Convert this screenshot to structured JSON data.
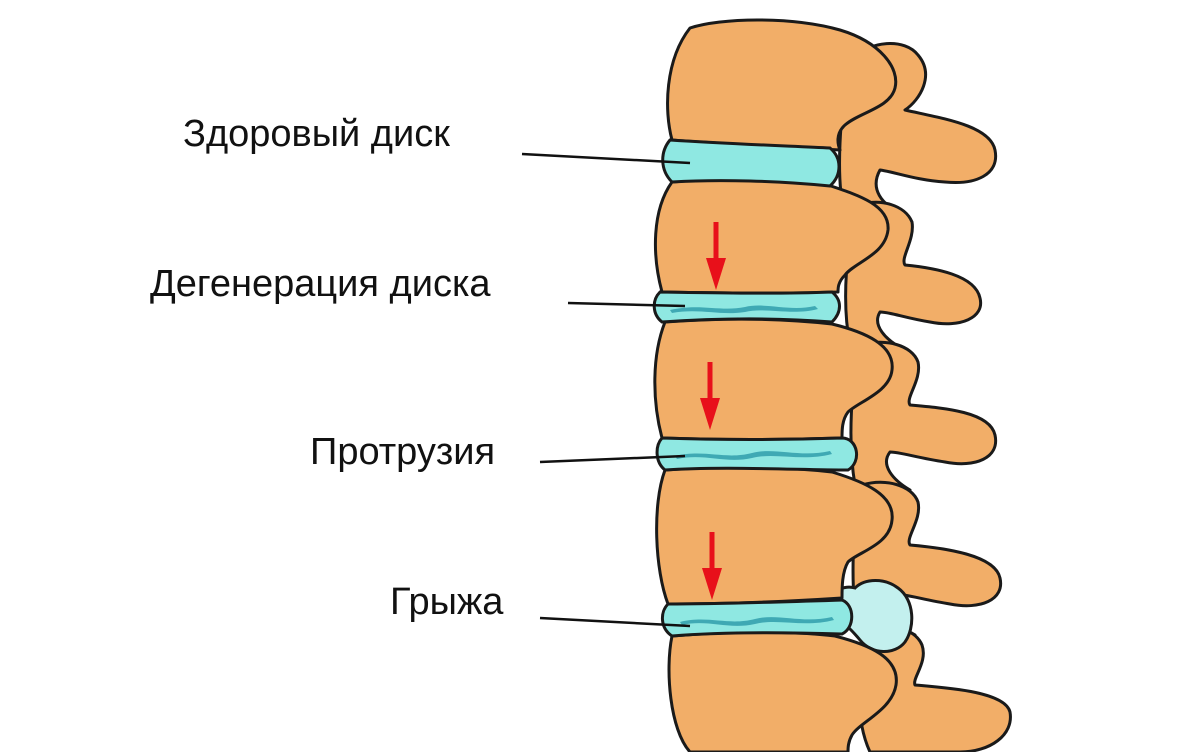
{
  "labels": {
    "healthy": "Здоровый диск",
    "degeneration": "Дегенерация диска",
    "protrusion": "Протрузия",
    "hernia": "Грыжа"
  },
  "colors": {
    "bone": "#F2AE68",
    "disc": "#8FE8E2",
    "hernia": "#C3F0EE",
    "crack": "#3FA9B4",
    "outline": "#1A1A1A",
    "arrow": "#E8101A"
  },
  "icons": [
    "down-arrow-icon",
    "down-arrow-icon",
    "down-arrow-icon"
  ]
}
